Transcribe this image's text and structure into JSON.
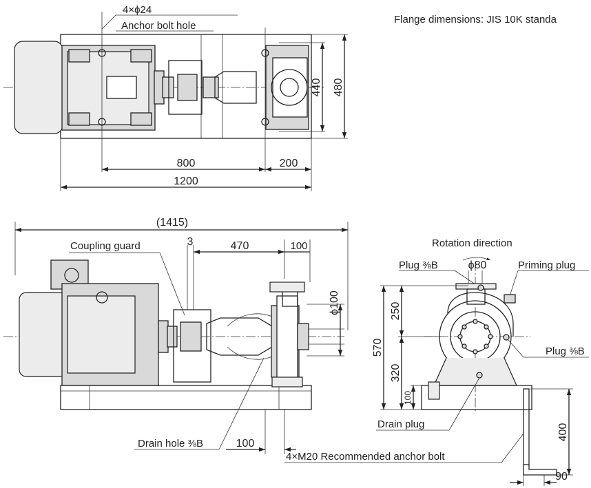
{
  "note": "Flange dimensions: JIS 10K standa",
  "top_view": {
    "anchor_bolt_count": "4×ϕ24",
    "anchor_bolt_label": "Anchor bolt hole",
    "dim_440": "440",
    "dim_480": "480",
    "dim_800": "800",
    "dim_200": "200",
    "dim_1200": "1200"
  },
  "side_view": {
    "overall": "(1415)",
    "coupling_guard": "Coupling guard",
    "dim_3": "3",
    "dim_470": "470",
    "dim_100_top": "100",
    "dim_phi100": "ϕ100",
    "drain_hole": "Drain hole ⅜B",
    "dim_100_bottom": "100"
  },
  "end_view": {
    "rotation": "Rotation direction",
    "plug_top": "Plug ⅜B",
    "dim_phi80": "ϕ80",
    "priming_plug": "Priming plug",
    "dim_250": "250",
    "dim_570": "570",
    "dim_320": "320",
    "plug_right": "Plug ⅜B",
    "dim_100": "100",
    "drain_plug": "Drain plug",
    "dim_400": "400",
    "dim_90": "90"
  },
  "anchor_note": "4×M20 Recommended anchor bolt"
}
